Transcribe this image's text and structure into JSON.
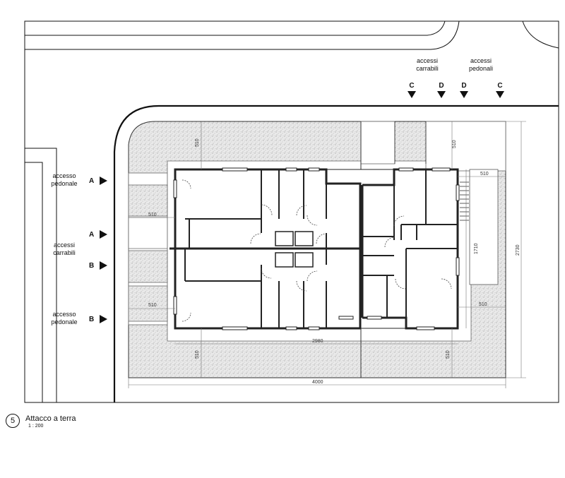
{
  "labels": {
    "accesso_pedonale_top": [
      "accesso",
      "pedonale"
    ],
    "accessi_carrabili_left": [
      "accessi",
      "carrabili"
    ],
    "accesso_pedonale_bottom": [
      "accesso",
      "pedonale"
    ],
    "accessi_carrabili_top": [
      "accessi",
      "carrabili"
    ],
    "accessi_pedonali_top": [
      "accessi",
      "pedonali"
    ]
  },
  "markers_left": [
    "A",
    "A",
    "B",
    "B"
  ],
  "markers_top": [
    "C",
    "D",
    "D",
    "C"
  ],
  "dimensions": {
    "d510_a": "510",
    "d510_b": "510",
    "d510_c": "510",
    "d510_d": "510",
    "d510_e": "510",
    "d510_f": "510",
    "d510_g": "510",
    "d510_h": "510",
    "d1710": "1710",
    "d2730": "2730",
    "d2980": "2980",
    "d4000": "4000"
  },
  "title": {
    "number": "5",
    "name": "Attacco a terra",
    "scale": "1 : 200"
  }
}
